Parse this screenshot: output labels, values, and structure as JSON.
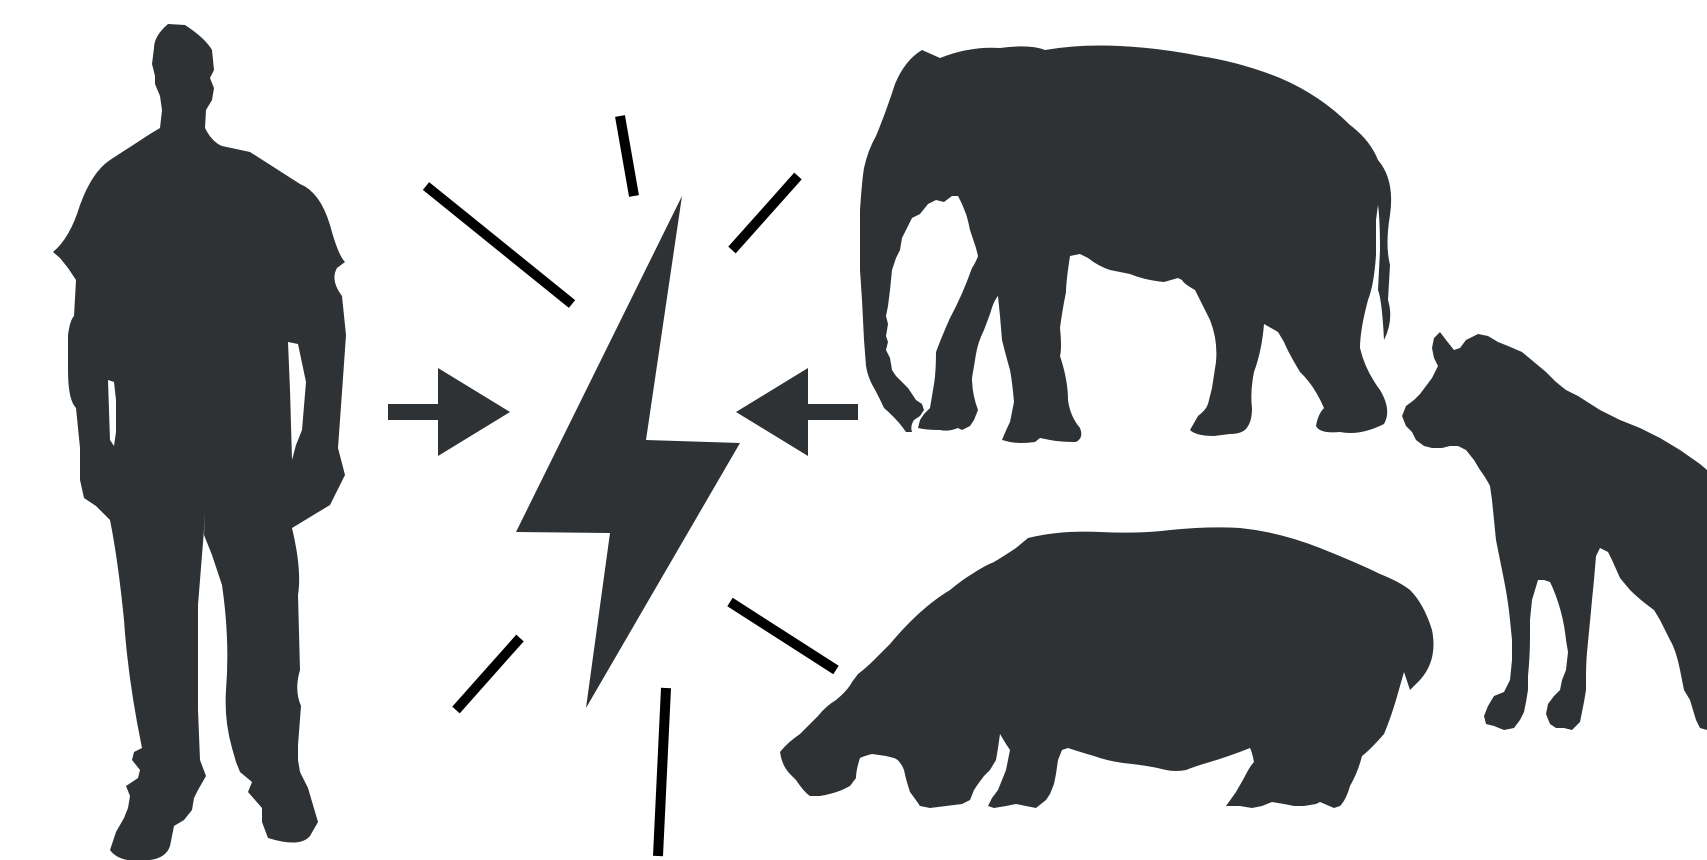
{
  "colors": {
    "background": "#ffffff",
    "silhouette": "#2e3235",
    "burst": "#000000"
  },
  "figures": [
    {
      "name": "human-silhouette",
      "icon": "person-icon"
    },
    {
      "name": "elephant-silhouette",
      "icon": "elephant-icon"
    },
    {
      "name": "hippopotamus-silhouette",
      "icon": "hippo-icon"
    },
    {
      "name": "hyena-silhouette",
      "icon": "hyena-icon"
    }
  ],
  "symbols": {
    "conflict": "lightning-bolt-icon",
    "arrow_left": "arrow-right-icon",
    "arrow_right": "arrow-left-icon",
    "burst": "burst-lines"
  }
}
